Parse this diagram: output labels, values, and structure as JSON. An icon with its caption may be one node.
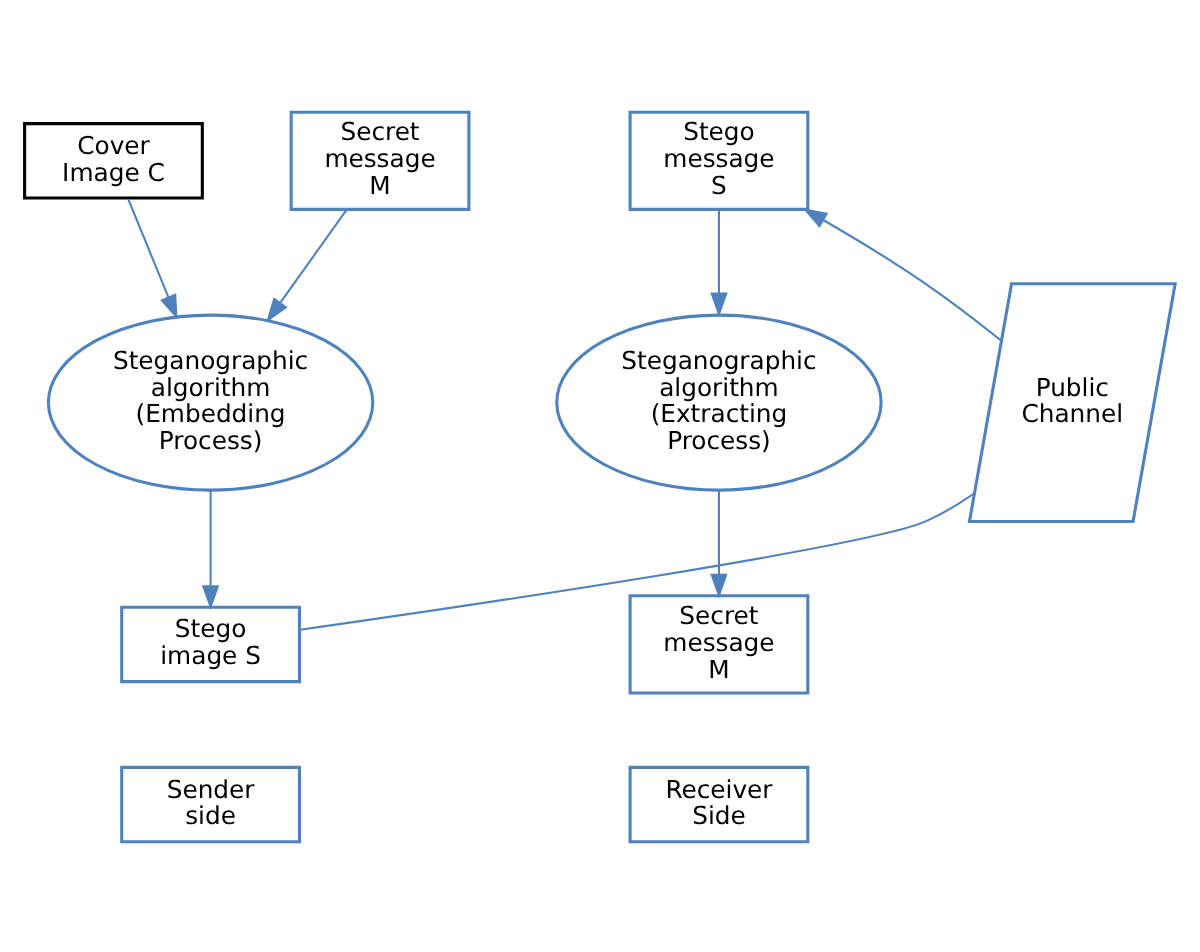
{
  "diagram": {
    "nodes": [
      {
        "text": [
          "Cover Image C"
        ]
      },
      {
        "text": [
          "Secret message M"
        ]
      },
      {
        "text": [
          "Stego message S"
        ]
      },
      {
        "text": [
          "Steganographic algorithm (Embedding Process)"
        ]
      },
      {
        "text": [
          "Public Channel"
        ]
      },
      {
        "text": [
          "Steganographic algorithm (Extracting Process)"
        ]
      },
      {
        "text": [
          "Stego image S"
        ]
      },
      {
        "text": [
          "Secret message M"
        ]
      },
      {
        "text": [
          "Sender side"
        ]
      },
      {
        "text": [
          "Receiver Side"
        ]
      }
    ],
    "edges": [
      {
        "from": 0,
        "to": 3,
        "arrow": "to"
      },
      {
        "from": 1,
        "to": 3,
        "arrow": "to"
      },
      {
        "from": 3,
        "to": 6,
        "arrow": "to"
      },
      {
        "from": 6,
        "to": 4,
        "arrow": "none"
      },
      {
        "from": 4,
        "to": 2,
        "arrow": "to"
      },
      {
        "from": 2,
        "to": 5,
        "arrow": "to"
      },
      {
        "from": 5,
        "to": 7,
        "arrow": "to"
      }
    ]
  }
}
